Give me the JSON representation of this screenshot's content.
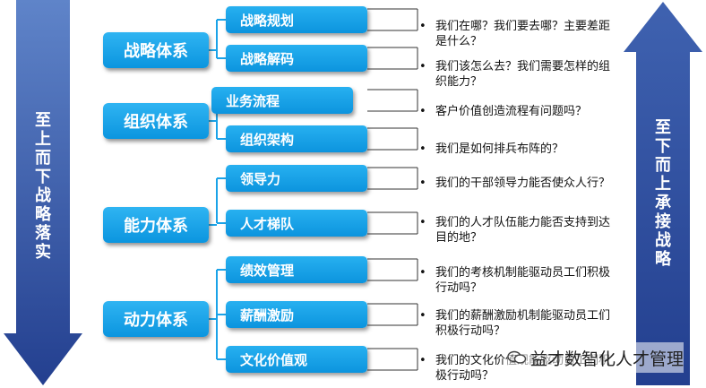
{
  "left_arrow": {
    "text": "至上而下战略落实",
    "color": "#2b4ea3"
  },
  "right_arrow": {
    "text": "至下而上承接战略",
    "color": "#2b4ea3"
  },
  "accent_color": "#1aa3e8",
  "groups": [
    {
      "title": "战略体系",
      "items": [
        {
          "label": "战略规划",
          "question": "我们在哪？我们要去哪？主要差距是什么？"
        },
        {
          "label": "战略解码",
          "question": "我们该怎么去？我们需要怎样的组织能力？"
        }
      ]
    },
    {
      "title": "组织体系",
      "items": [
        {
          "label": "业务流程",
          "question": "客户价值创造流程有问题吗？"
        },
        {
          "label": "组织架构",
          "question": "我们是如何排兵布阵的？"
        }
      ]
    },
    {
      "title": "能力体系",
      "items": [
        {
          "label": "领导力",
          "question": "我们的干部领导力能否使众人行？"
        },
        {
          "label": "人才梯队",
          "question": "我们的人才队伍能力能否支持到达目的地？"
        }
      ]
    },
    {
      "title": "动力体系",
      "items": [
        {
          "label": "绩效管理",
          "question": "我们的考核机制能驱动员工们积极行动吗？"
        },
        {
          "label": "薪酬激励",
          "question": "我们的薪酬激励机制能驱动员工们积极行动吗？"
        },
        {
          "label": "文化价值观",
          "question": "我们的文化价值观能驱动员工们积极行动吗？"
        }
      ]
    }
  ],
  "watermark": {
    "text": "益才数智化人才管理",
    "icon": "wechat-icon"
  }
}
